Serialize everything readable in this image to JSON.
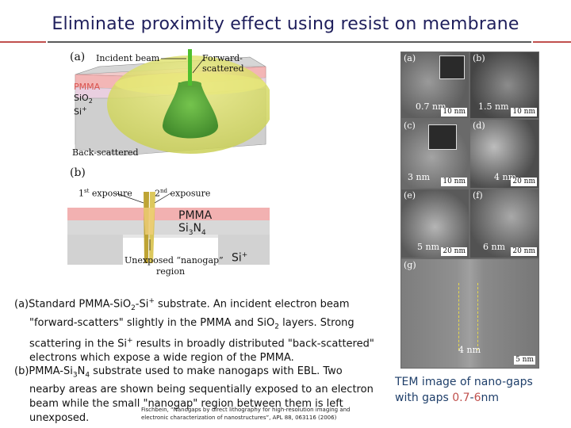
{
  "slide": {
    "title": "Eliminate proximity effect using resist on membrane"
  },
  "figure_a": {
    "panel_label": "(a)",
    "incident_beam": "Incident beam",
    "forward_scattered": "Forward-scattered",
    "layer_pmma": "PMMA",
    "layer_sio2": "SiO",
    "layer_sio2_sub": "2",
    "layer_si": "Si",
    "layer_si_sup": "+",
    "back_scattered": "Back-scattered"
  },
  "figure_b": {
    "panel_label": "(b)",
    "first_exposure_num": "1",
    "first_exposure_sup": "st",
    "first_exposure_text": " exposure",
    "second_exposure_num": "2",
    "second_exposure_sup": "nd",
    "second_exposure_text": " exposure",
    "layer_pmma": "PMMA",
    "layer_si3n4": "Si",
    "layer_si3n4_sub": "3",
    "layer_si3n4_tail": "N",
    "layer_si3n4_sub2": "4",
    "substrate": "Si",
    "substrate_sup": "+",
    "unexposed_1": "Unexposed “nanogap”",
    "unexposed_2": "region"
  },
  "caption": {
    "a_1": "(a)Standard PMMA-SiO",
    "a_sub1": "2",
    "a_2": "-Si",
    "a_sup1": "+",
    "a_3": " substrate. An incident electron beam",
    "a_line2": "\"forward-scatters\" slightly in the PMMA and SiO",
    "a_sub2": "2",
    "a_line2_tail": " layers. Strong",
    "a_line3_1": "scattering in the Si",
    "a_sup2": "+",
    "a_line3_2": " results in broadly distributed \"back-scattered\"",
    "a_line4": "electrons which expose a wide region of the PMMA.",
    "b_1": "(b)PMMA-Si",
    "b_sub1": "3",
    "b_2": "N",
    "b_sub2": "4",
    "b_3": " substrate used to make nanogaps with EBL. Two",
    "b_line2": "nearby areas are shown being sequentially exposed to an electron",
    "b_line3": "beam while the small \"nanogap\" region between them is left",
    "b_line4": "unexposed."
  },
  "citation": {
    "line1": "Fischbein, “Nanogaps by direct lithography for high-resolution imaging and",
    "line2": "electronic characterization of nanostructures”, APL 88, 063116 (2006)"
  },
  "tem": {
    "panels": [
      {
        "letter": "(a)",
        "gap": "0.7 nm",
        "scale": "10 nm"
      },
      {
        "letter": "(b)",
        "gap": "1.5 nm",
        "scale": "10 nm"
      },
      {
        "letter": "(c)",
        "gap": "3 nm",
        "scale": "10 nm"
      },
      {
        "letter": "(d)",
        "gap": "4 nm",
        "scale": "20 nm"
      },
      {
        "letter": "(e)",
        "gap": "5 nm",
        "scale": "20 nm"
      },
      {
        "letter": "(f)",
        "gap": "6 nm",
        "scale": "20 nm"
      },
      {
        "letter": "(g)",
        "gap": "4 nm",
        "scale": "5 nm"
      }
    ]
  },
  "tem_caption": {
    "line1": "TEM image of nano-gaps",
    "line2_a": "with gaps ",
    "line2_b": "0.7",
    "line2_c": "-",
    "line2_d": "6",
    "line2_e": "nm"
  },
  "colors": {
    "title": "#1f1f5c",
    "accent_red": "#c0504d",
    "caption_blue": "#1f3f6a"
  }
}
